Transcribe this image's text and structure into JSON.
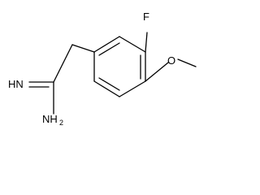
{
  "molecule": {
    "atoms": {
      "fluorine": "F",
      "oxygen": "O",
      "imine": "HN",
      "amine": "NH",
      "amine_subscript": "2"
    }
  }
}
